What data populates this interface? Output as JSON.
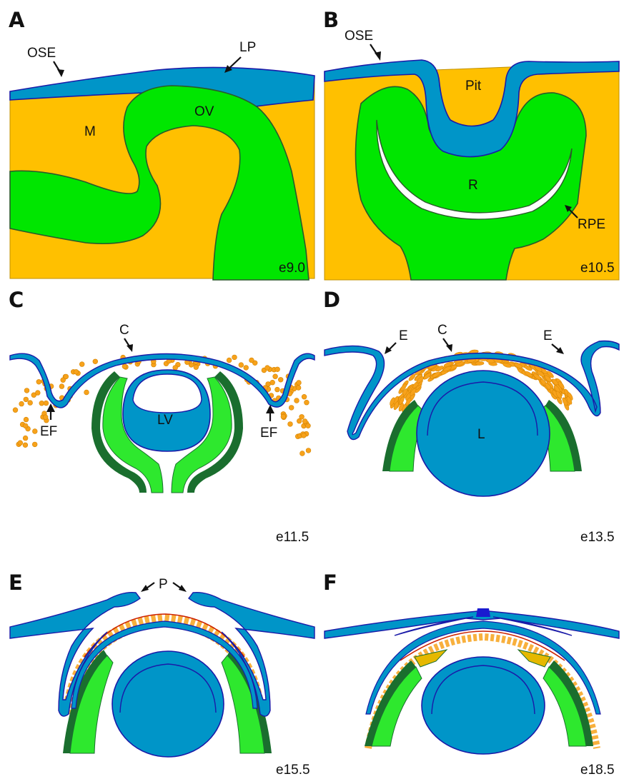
{
  "panels": {
    "a": {
      "letter": "A",
      "stage": "e9.0",
      "labels": {
        "ose": "OSE",
        "lp": "LP",
        "m": "M",
        "ov": "OV"
      }
    },
    "b": {
      "letter": "B",
      "stage": "e10.5",
      "labels": {
        "ose": "OSE",
        "pit": "Pit",
        "r": "R",
        "rpe": "RPE"
      }
    },
    "c": {
      "letter": "C",
      "stage": "e11.5",
      "labels": {
        "c": "C",
        "lv": "LV",
        "ef_left": "EF",
        "ef_right": "EF"
      }
    },
    "d": {
      "letter": "D",
      "stage": "e13.5",
      "labels": {
        "e_left": "E",
        "c": "C",
        "e_right": "E",
        "l": "L"
      }
    },
    "e": {
      "letter": "E",
      "stage": "e15.5",
      "labels": {
        "p": "P"
      }
    },
    "f": {
      "letter": "F",
      "stage": "e18.5",
      "labels": {}
    }
  },
  "colors": {
    "mesenchyme": "#ffc000",
    "neural": "#00e600",
    "ectoderm": "#0095c8",
    "outline": "#1a1aa8",
    "rpe_dark": "#1a6e2e",
    "retina_light": "#2ee82e",
    "cells": "#f7a21b",
    "endothelium": "#cc2200"
  }
}
